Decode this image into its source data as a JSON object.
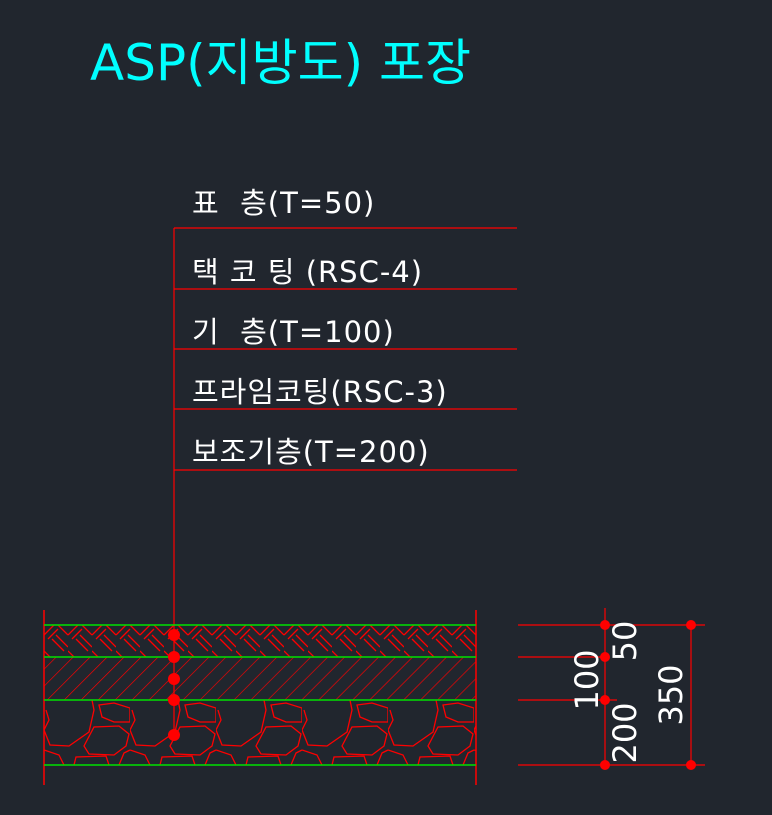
{
  "title": "ASP(지방도) 포장",
  "layers": [
    {
      "label": "표  층(T=50)"
    },
    {
      "label": "택 코 팅 (RSC-4)"
    },
    {
      "label": "기  층(T=100)"
    },
    {
      "label": "프라임코팅(RSC-3)"
    },
    {
      "label": "보조기층(T=200)"
    }
  ],
  "dimensions": {
    "surface": "50",
    "base": "100",
    "subbase": "200",
    "total": "350"
  },
  "colors": {
    "background": "#21262e",
    "title": "#00ffff",
    "lines": "#ff0000",
    "layer_boundaries": "#00e000",
    "text": "#ffffff"
  }
}
